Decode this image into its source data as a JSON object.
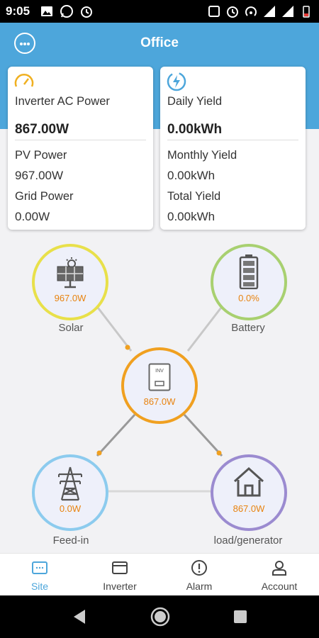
{
  "status_bar": {
    "time": "9:05"
  },
  "header": {
    "title": "Office"
  },
  "cards": {
    "left": {
      "title": "Inverter AC Power",
      "value": "867.00W",
      "row1_label": "PV Power",
      "row1_value": "967.00W",
      "row2_label": "Grid Power",
      "row2_value": "0.00W"
    },
    "right": {
      "title": "Daily Yield",
      "value": "0.00kWh",
      "row1_label": "Monthly Yield",
      "row1_value": "0.00kWh",
      "row2_label": "Total Yield",
      "row2_value": "0.00kWh"
    }
  },
  "flow": {
    "solar": {
      "value": "967.0W",
      "label": "Solar",
      "color": "#e8e04a"
    },
    "battery": {
      "value": "0.0%",
      "label": "Battery",
      "color": "#a8d070"
    },
    "inverter": {
      "value": "867.0W",
      "chip": "INV",
      "color": "#f0a020"
    },
    "feedin": {
      "value": "0.0W",
      "label": "Feed-in",
      "color": "#8ccbee"
    },
    "load": {
      "value": "867.0W",
      "label": "load/generator",
      "color": "#9b8bd0"
    }
  },
  "tabs": [
    {
      "label": "Site",
      "icon": "site-icon",
      "active": true
    },
    {
      "label": "Inverter",
      "icon": "wallet-icon",
      "active": false
    },
    {
      "label": "Alarm",
      "icon": "alert-icon",
      "active": false
    },
    {
      "label": "Account",
      "icon": "person-icon",
      "active": false
    }
  ],
  "colors": {
    "accent": "#4da6db",
    "value_orange": "#e8830f"
  }
}
